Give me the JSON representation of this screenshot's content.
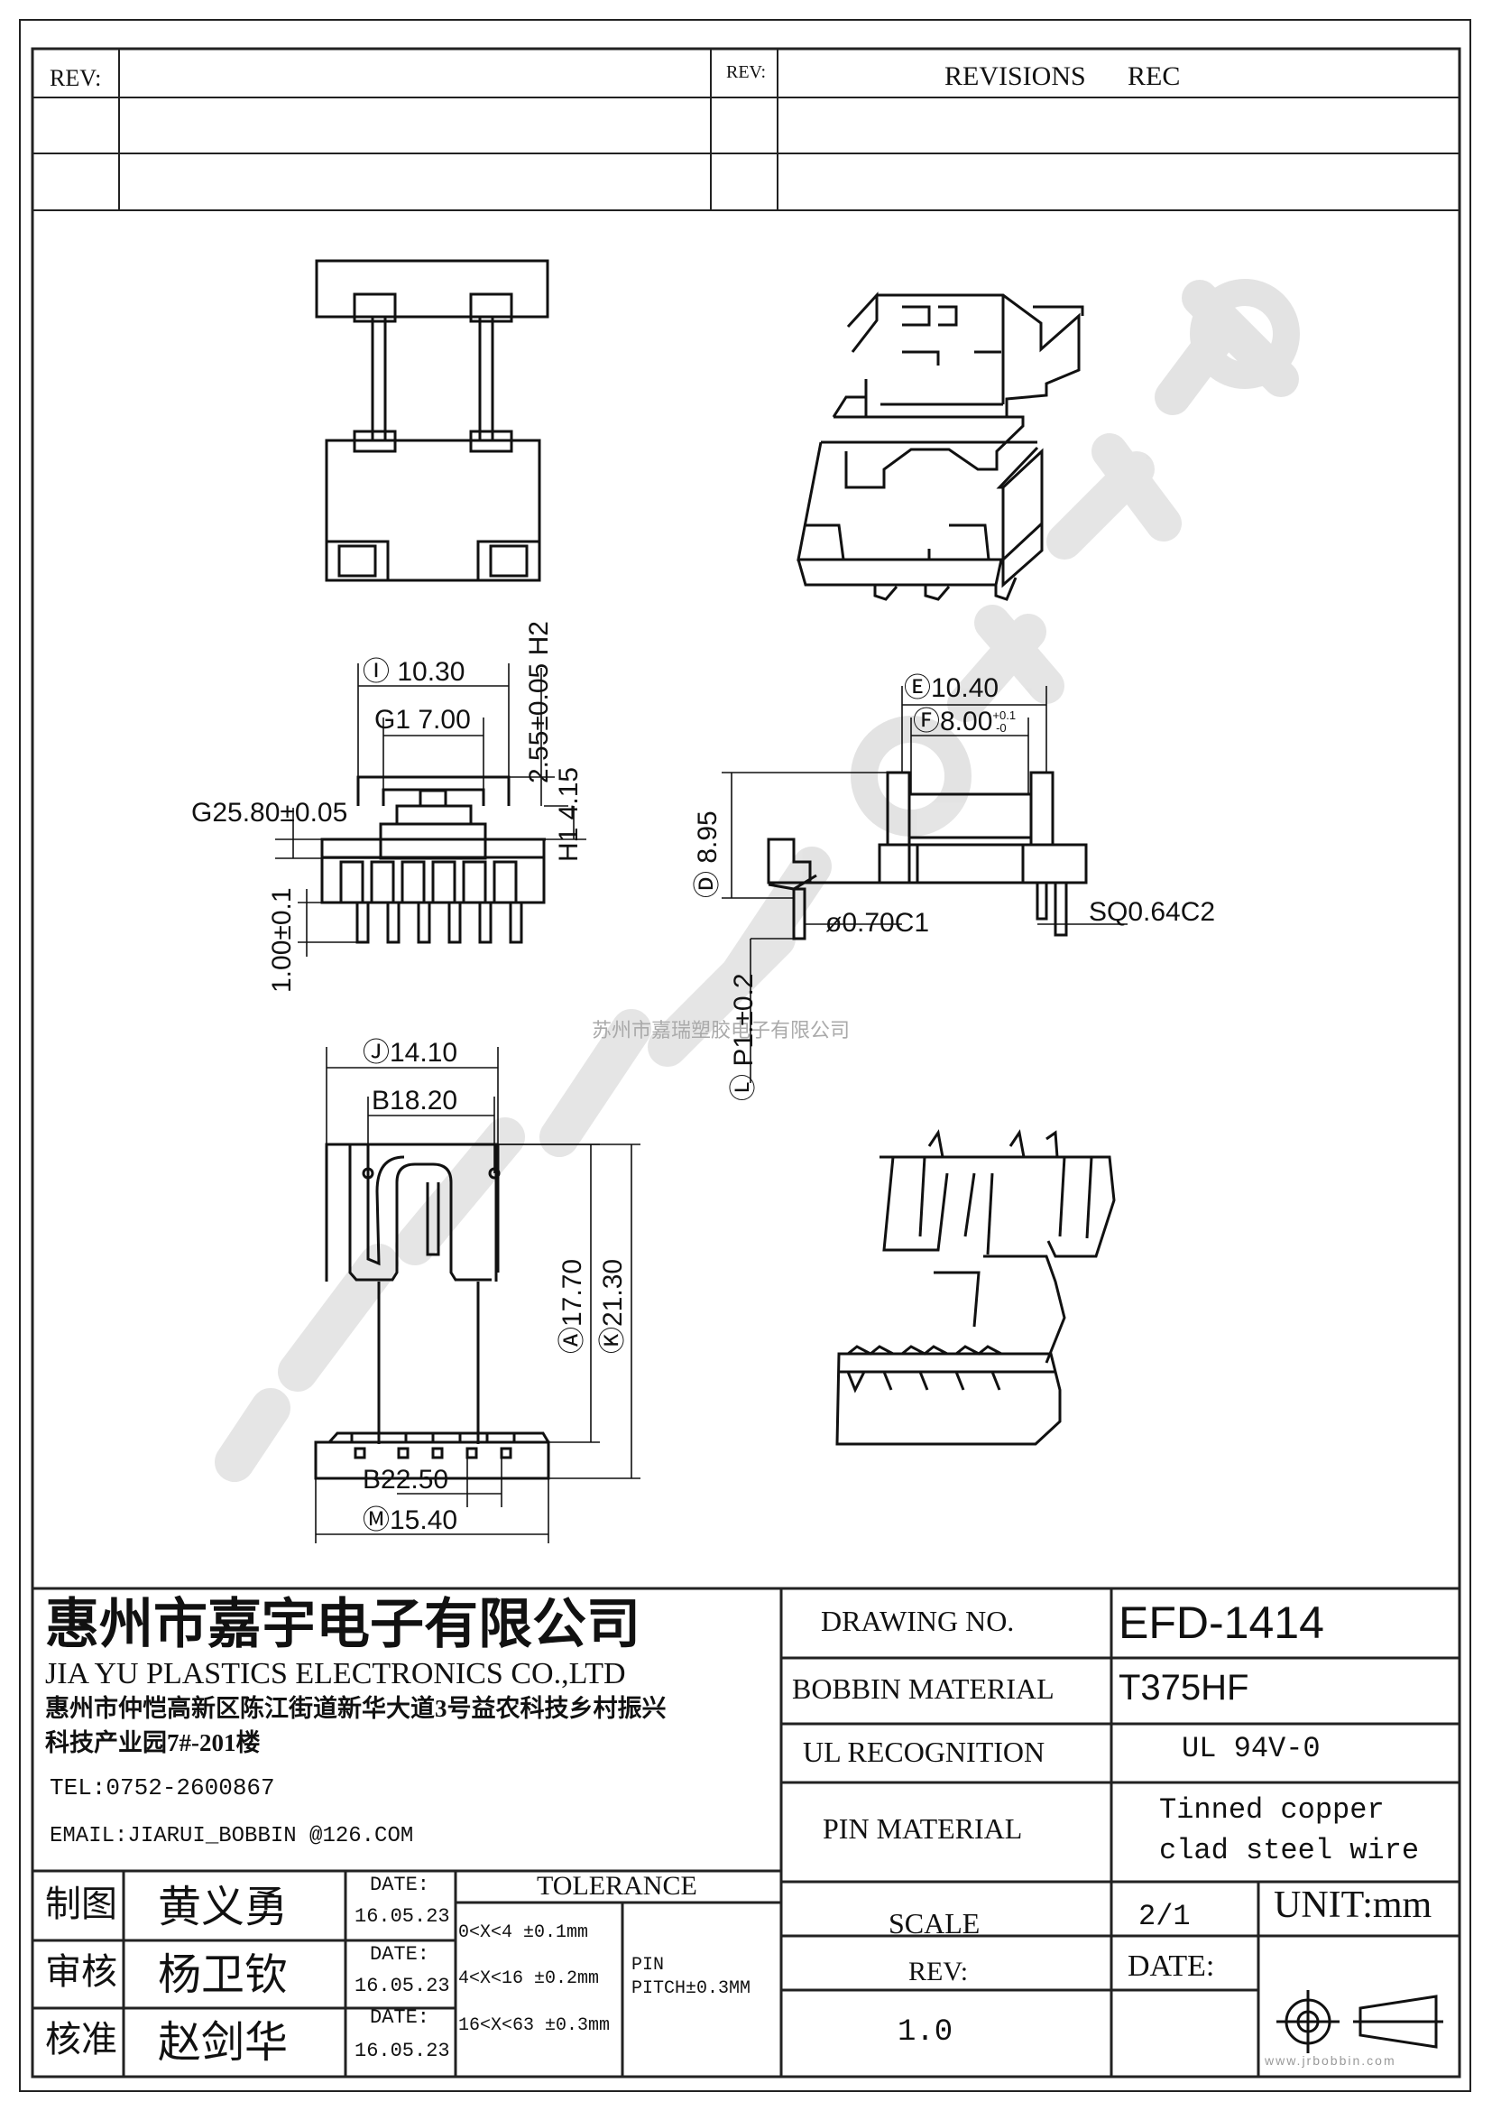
{
  "revisions": {
    "rev_label": "REV:",
    "rev_label_2": "REV:",
    "revisions_label": "REVISIONS",
    "rec_label": "REC"
  },
  "dimensions": {
    "I": "10.30",
    "G1": "7.00",
    "H2": "2.55±0.05",
    "G2": "5.80±0.05",
    "H1": "4.15",
    "pin_len": "1.00±0.1",
    "E": "10.40",
    "F": "8.00",
    "F_tol_upper": "+0.1",
    "F_tol_lower": "-0",
    "D": "8.95",
    "C1": "ø0.70",
    "C2": "SQ0.64",
    "L": "P1.±0.2",
    "J": "14.10",
    "B1": "8.20",
    "A": "17.70",
    "K": "21.30",
    "B2": "2.50",
    "M": "15.40"
  },
  "dimension_keys": {
    "I": "I",
    "G1": "G1",
    "H2": "H2",
    "G2": "G2",
    "H1": "H1",
    "E": "E",
    "F": "F",
    "D": "D",
    "C1": "C1",
    "C2": "C2",
    "L": "L",
    "J": "J",
    "B1": "B1",
    "A": "A",
    "K": "K",
    "B2": "B2",
    "M": "M"
  },
  "watermark": {
    "center_text": "苏州市嘉瑞塑胶电子有限公司",
    "diagonal_text": "苏州市嘉瑞塑胶电子有限公司"
  },
  "company": {
    "name_cn": "惠州市嘉宇电子有限公司",
    "name_en": "JIA YU PLASTICS ELECTRONICS CO.,LTD",
    "address_line1": "惠州市仲恺高新区陈江街道新华大道3号益农科技乡村振兴",
    "address_line2": "科技产业园7#-201楼",
    "tel": "TEL:0752-2600867",
    "email": "EMAIL:JIARUI_BOBBIN @126.COM"
  },
  "approvals": [
    {
      "role": "制图",
      "name": "黄义勇",
      "date_label": "DATE:",
      "date": "16.05.23"
    },
    {
      "role": "审核",
      "name": "杨卫钦",
      "date_label": "DATE:",
      "date": "16.05.23"
    },
    {
      "role": "核准",
      "name": "赵剑华",
      "date_label": "DATE:",
      "date": "16.05.23"
    }
  ],
  "tolerance": {
    "title": "TOLERANCE",
    "rows": [
      "0<X<4  ±0.1mm",
      "4<X<16 ±0.2mm",
      "16<X<63 ±0.3mm"
    ],
    "pin_label": "PIN",
    "pin_pitch": "PITCH±0.3MM"
  },
  "spec": {
    "drawing_no_label": "DRAWING  NO.",
    "drawing_no": "EFD-1414",
    "bobbin_material_label": "BOBBIN  MATERIAL",
    "bobbin_material": "T375HF",
    "ul_label": "UL RECOGNITION",
    "ul_value": "UL 94V-0",
    "pin_material_label": "PIN MATERIAL",
    "pin_material_line1": "Tinned copper",
    "pin_material_line2": "clad steel wire",
    "scale_label": "SCALE",
    "scale_value": "2/1",
    "unit": "UNIT:mm",
    "rev_label": "REV:",
    "rev_value": "1.0",
    "date_label": "DATE:"
  },
  "footer_url": "www.jrbobbin.com"
}
